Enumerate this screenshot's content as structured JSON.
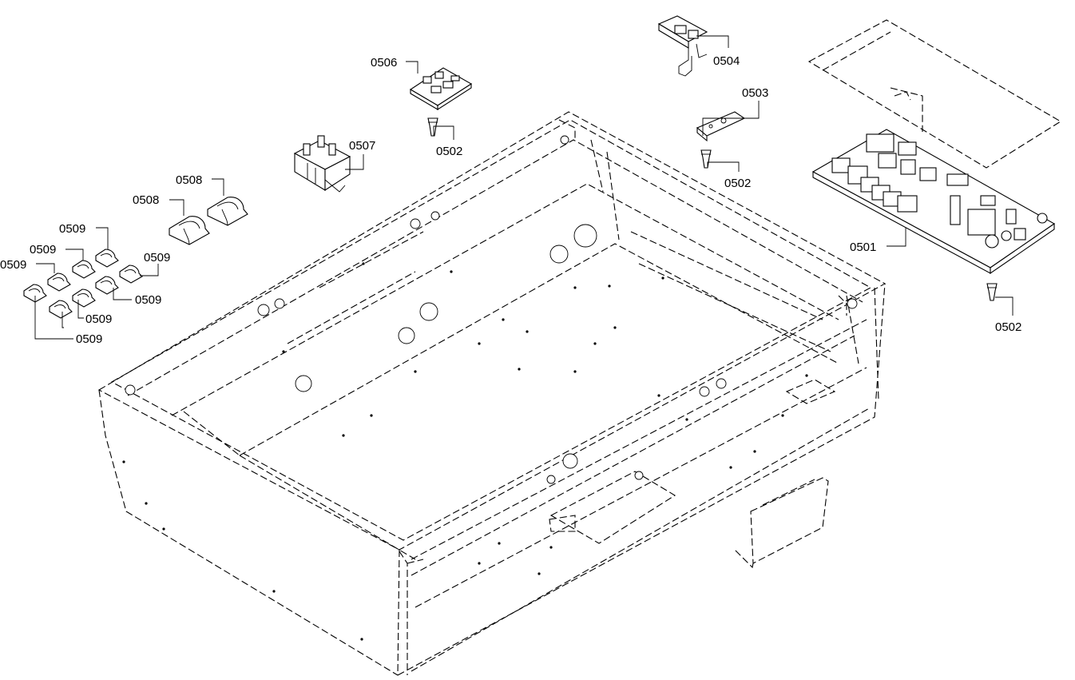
{
  "callouts": {
    "c0501": "0501",
    "c0502a": "0502",
    "c0502b": "0502",
    "c0502c": "0502",
    "c0503": "0503",
    "c0504": "0504",
    "c0506": "0506",
    "c0507": "0507",
    "c0508a": "0508",
    "c0508b": "0508",
    "c0509a": "0509",
    "c0509b": "0509",
    "c0509c": "0509",
    "c0509d": "0509",
    "c0509e": "0509",
    "c0509f": "0509",
    "c0509g": "0509"
  },
  "colors": {
    "line": "#000000",
    "background": "#ffffff"
  }
}
